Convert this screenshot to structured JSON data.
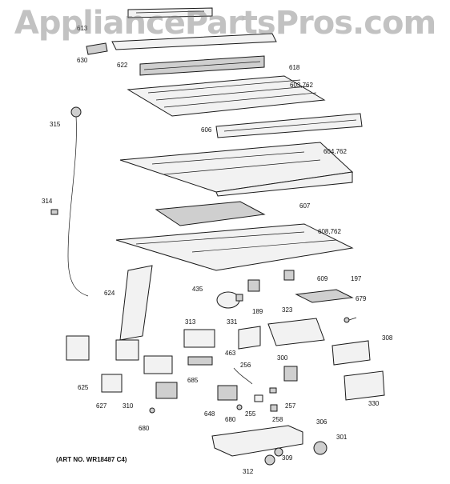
{
  "watermark": "AppliancePartsPros.com",
  "art_number": "(ART NO. WR18487 C4)",
  "part_labels": {
    "p613": "613",
    "p630": "630",
    "p622": "622",
    "p618": "618",
    "p603": "603,762",
    "p315": "315",
    "p606": "606",
    "p604": "604,762",
    "p314": "314",
    "p607": "607",
    "p608": "608,762",
    "p624": "624",
    "p435": "435",
    "p189": "189",
    "p609": "609",
    "p197": "197",
    "p679": "679",
    "p313": "313",
    "p331": "331",
    "p323": "323",
    "p308": "308",
    "p463": "463",
    "p625": "625",
    "p685": "685",
    "p300": "300",
    "p256": "256",
    "p627": "627",
    "p310": "310",
    "p330": "330",
    "p257": "257",
    "p648": "648",
    "p680a": "680",
    "p255": "255",
    "p258": "258",
    "p306": "306",
    "p680b": "680",
    "p301": "301",
    "p309": "309",
    "p312": "312"
  }
}
